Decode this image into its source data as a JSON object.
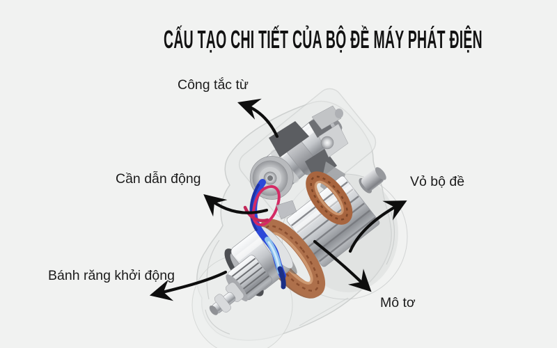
{
  "page": {
    "background_color": "#f1f2f1"
  },
  "title": {
    "text": "CẤU TẠO CHI TIẾT CỦA BỘ ĐỀ MÁY PHÁT ĐIỆN",
    "color": "#121212"
  },
  "figure": {
    "description": "Cutaway illustration of a generator starter motor with callout arrows",
    "callouts": [
      {
        "id": "cong-tac-tu",
        "text": "Công tắc từ"
      },
      {
        "id": "can-dan-dong",
        "text": "Cần dẫn động"
      },
      {
        "id": "banh-rang-khoi-dong",
        "text": "Bánh răng khởi động"
      },
      {
        "id": "vo-bo-de",
        "text": "Vỏ bộ đề"
      },
      {
        "id": "mo-to",
        "text": "Mô tơ"
      }
    ],
    "colors": {
      "label_text": "#1b1b1b",
      "arrow": "#0e0e0e",
      "copper_winding": "#ae704b",
      "lever_blue": "#2c49d8",
      "lever_magenta": "#d42a64",
      "metal_light": "#e9ebed",
      "metal_dark": "#7f8186",
      "housing_ghost": "#e9ebea"
    }
  }
}
